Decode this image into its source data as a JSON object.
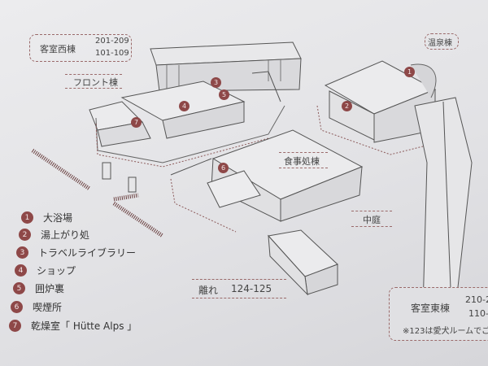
{
  "labels": {
    "west_wing": {
      "name": "客室西棟",
      "rooms_upper": "201-209",
      "rooms_lower": "101-109"
    },
    "front_wing": "フロント棟",
    "onsen_wing": "温泉棟",
    "dining_wing": "食事処棟",
    "courtyard": "中庭",
    "annex": {
      "name": "離れ",
      "rooms": "124-125"
    },
    "east_wing": {
      "name": "客室東棟",
      "rooms_upper": "210-2",
      "rooms_lower": "110-",
      "note": "※123は愛犬ルームでご"
    }
  },
  "legend": [
    {
      "num": "1",
      "label": "大浴場"
    },
    {
      "num": "2",
      "label": "湯上がり処"
    },
    {
      "num": "3",
      "label": "トラベルライブラリー"
    },
    {
      "num": "4",
      "label": "ショップ"
    },
    {
      "num": "5",
      "label": "囲炉裏"
    },
    {
      "num": "6",
      "label": "喫煙所"
    },
    {
      "num": "7",
      "label": "乾燥室「 Hütte  Alps 」"
    }
  ],
  "colors": {
    "marker": "#8e4848",
    "border": "#9a6a6a"
  }
}
